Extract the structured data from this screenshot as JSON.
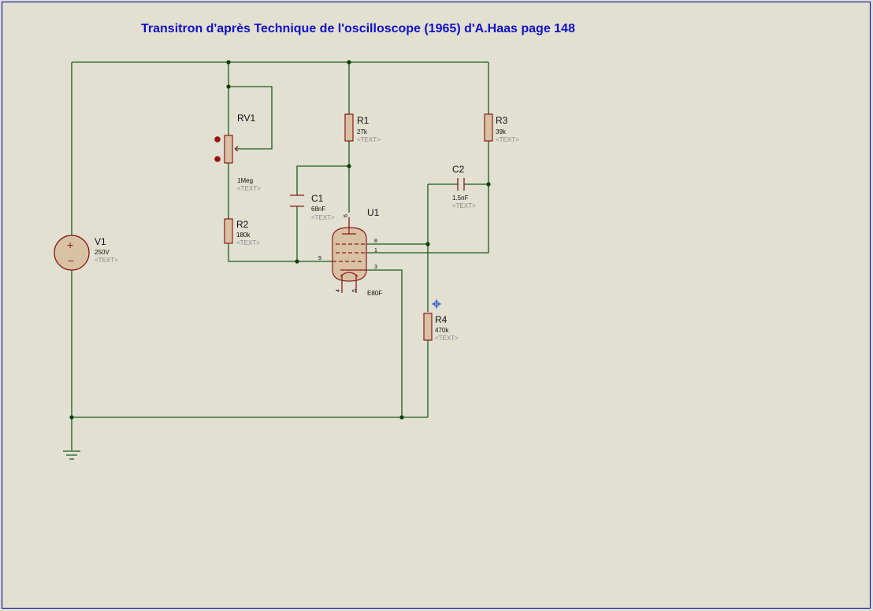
{
  "title": "Transitron d'après Technique de l'oscilloscope (1965) d'A.Haas page 148",
  "components": {
    "V1": {
      "ref": "V1",
      "value": "250V",
      "text": "<TEXT>"
    },
    "RV1": {
      "ref": "RV1",
      "value": "1Meg",
      "text": "<TEXT>"
    },
    "R1": {
      "ref": "R1",
      "value": "27k",
      "text": "<TEXT>"
    },
    "R2": {
      "ref": "R2",
      "value": "180k",
      "text": "<TEXT>"
    },
    "R3": {
      "ref": "R3",
      "value": "39k",
      "text": "<TEXT>"
    },
    "R4": {
      "ref": "R4",
      "value": "470k",
      "text": "<TEXT>"
    },
    "C1": {
      "ref": "C1",
      "value": "68nF",
      "text": "<TEXT>"
    },
    "C2": {
      "ref": "C2",
      "value": "1.5nF",
      "text": "<TEXT>"
    },
    "U1": {
      "ref": "U1",
      "value": "E80F"
    }
  },
  "tube_pins": {
    "p6": "6",
    "p8": "8",
    "p1": "1",
    "p9": "9",
    "p3": "3",
    "p4": "4",
    "p5": "5"
  },
  "colors": {
    "background": "#e1e0d1",
    "border": "#1a1aa8",
    "wire": "#1f5a1f",
    "component": "#8a1a1a",
    "component_fill": "#d9c2a3",
    "title": "#1010c8",
    "marker": "#2a4fd0"
  },
  "icons": {
    "probe_marker": "crosshair-diamond-icon",
    "ground": "ground-icon"
  }
}
